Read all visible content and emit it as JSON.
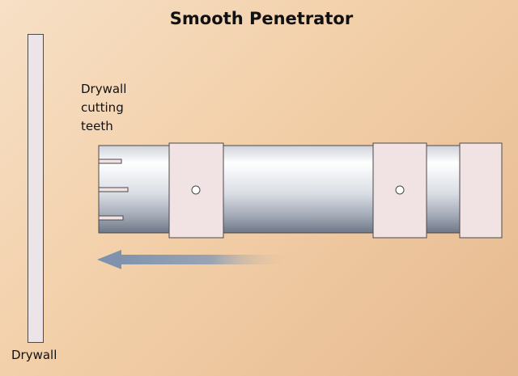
{
  "title": "Smooth Penetrator",
  "labels": {
    "teeth": [
      "Drywall",
      "cutting",
      "teeth"
    ],
    "drywall": "Drywall"
  },
  "colors": {
    "arrow": "#7e92ad",
    "collar": "#f1e3e3",
    "outline": "#4a4a4a",
    "tube_light": "#ffffff",
    "tube_dark": "#7b8494"
  }
}
